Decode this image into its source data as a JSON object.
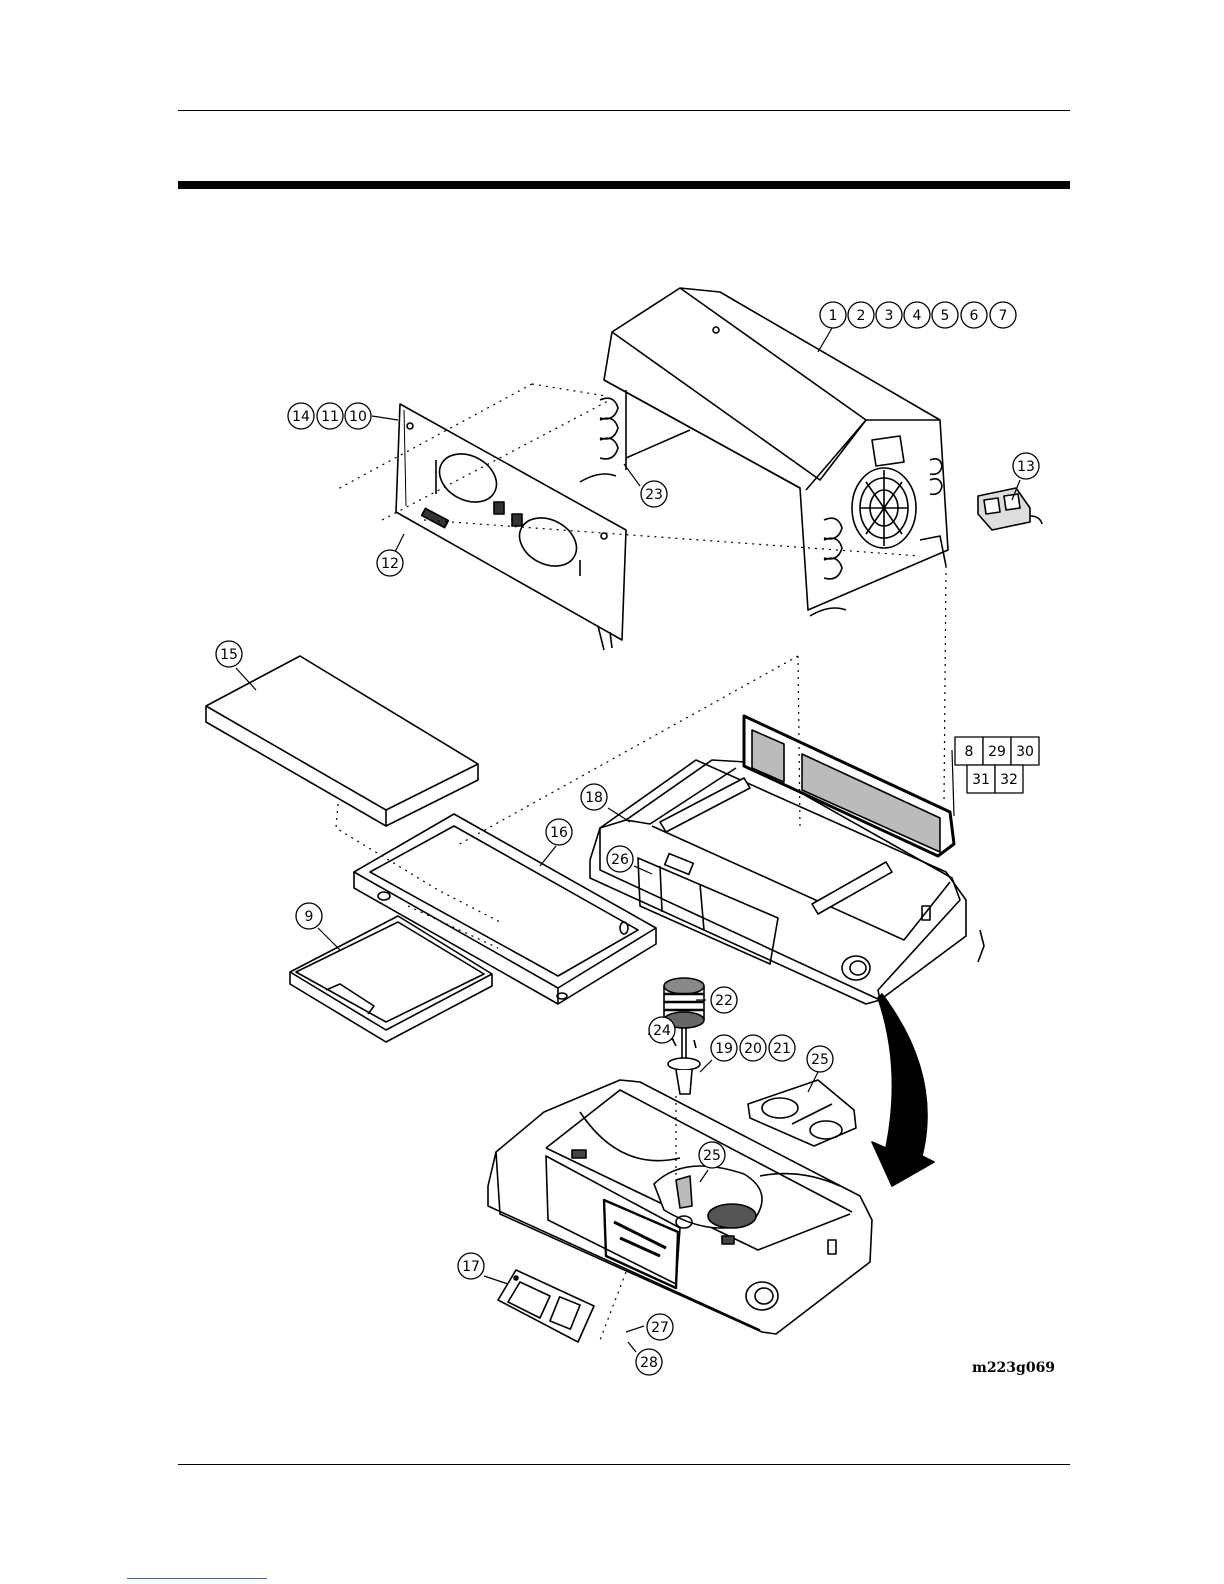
{
  "figure_code": "m223g069",
  "callouts": [
    {
      "label": "1"
    },
    {
      "label": "2"
    },
    {
      "label": "3"
    },
    {
      "label": "4"
    },
    {
      "label": "5"
    },
    {
      "label": "6"
    },
    {
      "label": "7"
    },
    {
      "label": "14"
    },
    {
      "label": "11"
    },
    {
      "label": "10"
    },
    {
      "label": "23"
    },
    {
      "label": "13"
    },
    {
      "label": "12"
    },
    {
      "label": "15"
    },
    {
      "label": "18"
    },
    {
      "label": "16"
    },
    {
      "label": "26"
    },
    {
      "label": "9"
    },
    {
      "label": "22"
    },
    {
      "label": "24"
    },
    {
      "label": "19"
    },
    {
      "label": "20"
    },
    {
      "label": "21"
    },
    {
      "label": "25"
    },
    {
      "label": "25"
    },
    {
      "label": "17"
    },
    {
      "label": "27"
    },
    {
      "label": "28"
    }
  ],
  "box_callouts": [
    {
      "label": "8"
    },
    {
      "label": "29"
    },
    {
      "label": "30"
    },
    {
      "label": "31"
    },
    {
      "label": "32"
    }
  ]
}
